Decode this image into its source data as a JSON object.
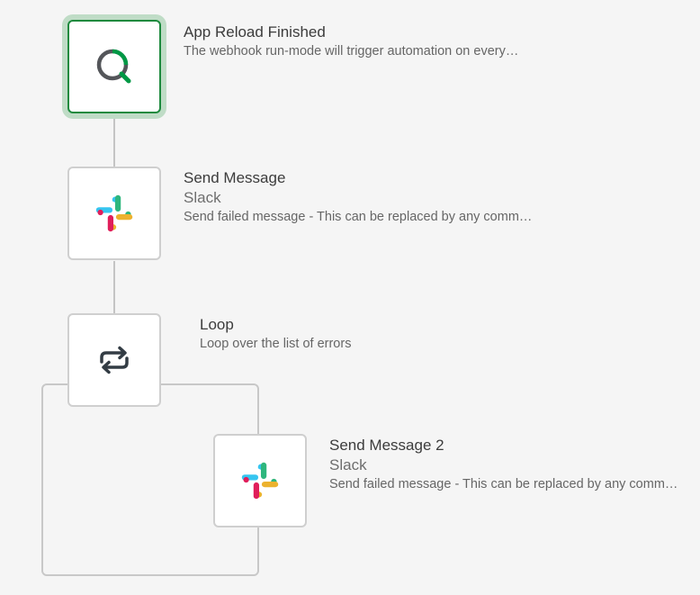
{
  "nodes": [
    {
      "title": "App Reload Finished",
      "description": "The webhook run-mode will trigger automation on every…",
      "icon": "qlik-icon",
      "selected": true
    },
    {
      "title": "Send Message",
      "subtitle": "Slack",
      "description": "Send failed message - This can be replaced by any comm…",
      "icon": "slack-icon"
    },
    {
      "title": "Loop",
      "description": "Loop over the list of errors",
      "icon": "loop-icon"
    },
    {
      "title": "Send Message 2",
      "subtitle": "Slack",
      "description": "Send failed message - This can be replaced by any comm…",
      "icon": "slack-icon"
    }
  ],
  "colors": {
    "selected_border": "#1e8a3e",
    "selected_glow": "#bfdcc6",
    "qlik_green": "#009845",
    "qlik_gray": "#54565a",
    "slack_blue": "#36c5f0",
    "slack_green": "#2eb67d",
    "slack_yellow": "#ecb22e",
    "slack_red": "#e01e5a",
    "loop_icon": "#333c44"
  }
}
